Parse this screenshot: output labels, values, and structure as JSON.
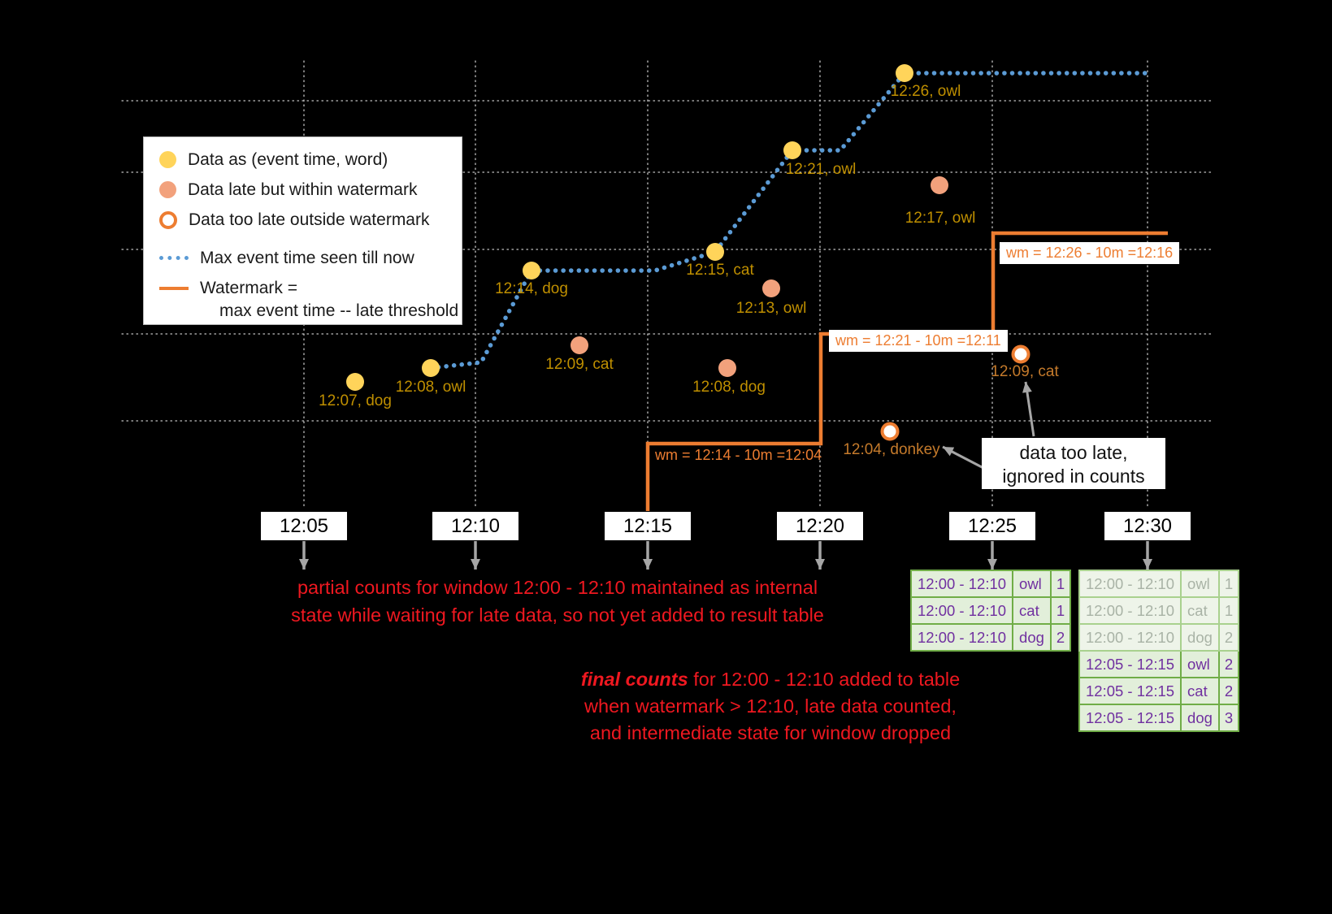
{
  "diagram": {
    "description": "Watermarking in windowed grouped aggregation over event time"
  },
  "colors": {
    "background": "#000000",
    "on_time_dot": "#ffd45a",
    "late_dot": "#f2a17c",
    "too_late_stroke": "#ed7d31",
    "max_event_time_line": "#5b9bd5",
    "watermark_line": "#ed7d31",
    "point_label": "#bf8f00",
    "red_note": "#ef1820",
    "table_border": "#70ad47",
    "table_bg": "#e2efda",
    "table_text": "#7030a0",
    "arrow_gray": "#a6a6a6"
  },
  "legend": {
    "items": [
      {
        "swatch": "yellow-dot",
        "label": "Data as (event time, word)"
      },
      {
        "swatch": "salmon-dot",
        "label": "Data late but within watermark"
      },
      {
        "swatch": "hollow-dot",
        "label": "Data too late outside watermark"
      },
      {
        "swatch": "blue-dotted-line",
        "label": "Max event time seen till now"
      },
      {
        "swatch": "orange-line",
        "label": "Watermark =",
        "label_line2": "max event time -- late threshold"
      }
    ]
  },
  "x_axis": {
    "ticks": [
      "12:05",
      "12:10",
      "12:15",
      "12:20",
      "12:25",
      "12:30"
    ]
  },
  "points": [
    {
      "time": "12:07",
      "word": "dog",
      "label": "12:07, dog",
      "kind": "on-time"
    },
    {
      "time": "12:08",
      "word": "owl",
      "label": "12:08, owl",
      "kind": "on-time"
    },
    {
      "time": "12:14",
      "word": "dog",
      "label": "12:14, dog",
      "kind": "on-time"
    },
    {
      "time": "12:09",
      "word": "cat",
      "label": "12:09, cat",
      "kind": "late-within-watermark"
    },
    {
      "time": "12:15",
      "word": "cat",
      "label": "12:15, cat",
      "kind": "on-time"
    },
    {
      "time": "12:13",
      "word": "owl",
      "label": "12:13, owl",
      "kind": "late-within-watermark"
    },
    {
      "time": "12:08",
      "word": "dog",
      "label": "12:08, dog",
      "kind": "late-within-watermark"
    },
    {
      "time": "12:21",
      "word": "owl",
      "label": "12:21, owl",
      "kind": "on-time"
    },
    {
      "time": "12:17",
      "word": "owl",
      "label": "12:17, owl",
      "kind": "late-within-watermark"
    },
    {
      "time": "12:26",
      "word": "owl",
      "label": "12:26, owl",
      "kind": "on-time"
    },
    {
      "time": "12:04",
      "word": "donkey",
      "label": "12:04, donkey",
      "kind": "too-late"
    },
    {
      "time": "12:09",
      "word": "cat",
      "label": "12:09, cat",
      "kind": "too-late"
    }
  ],
  "watermark_labels": [
    {
      "text": "wm = 12:14 - 10m =12:04"
    },
    {
      "text": "wm = 12:21 - 10m =12:11"
    },
    {
      "text": "wm = 12:26 - 10m =12:16"
    }
  ],
  "annotations": {
    "partial_line1": "partial counts for window 12:00 - 12:10 maintained as internal",
    "partial_line2": "state while waiting for late data, so not yet added  to result table",
    "final_emphasis": "final counts",
    "final_line1_rest": " for 12:00 - 12:10 added to table",
    "final_line2": "when watermark > 12:10, late data counted,",
    "final_line3": "and intermediate state for window dropped",
    "too_late_line1": "data too late,",
    "too_late_line2": "ignored in counts"
  },
  "tables": {
    "t1225": {
      "rows": [
        {
          "window": "12:00 - 12:10",
          "word": "owl",
          "count": "1"
        },
        {
          "window": "12:00 - 12:10",
          "word": "cat",
          "count": "1"
        },
        {
          "window": "12:00 - 12:10",
          "word": "dog",
          "count": "2"
        }
      ]
    },
    "t1230": {
      "rows": [
        {
          "window": "12:00 - 12:10",
          "word": "owl",
          "count": "1",
          "faded": true
        },
        {
          "window": "12:00 - 12:10",
          "word": "cat",
          "count": "1",
          "faded": true
        },
        {
          "window": "12:00 - 12:10",
          "word": "dog",
          "count": "2",
          "faded": true
        },
        {
          "window": "12:05 - 12:15",
          "word": "owl",
          "count": "2",
          "faded": false
        },
        {
          "window": "12:05 - 12:15",
          "word": "cat",
          "count": "2",
          "faded": false
        },
        {
          "window": "12:05 - 12:15",
          "word": "dog",
          "count": "3",
          "faded": false
        }
      ]
    }
  }
}
